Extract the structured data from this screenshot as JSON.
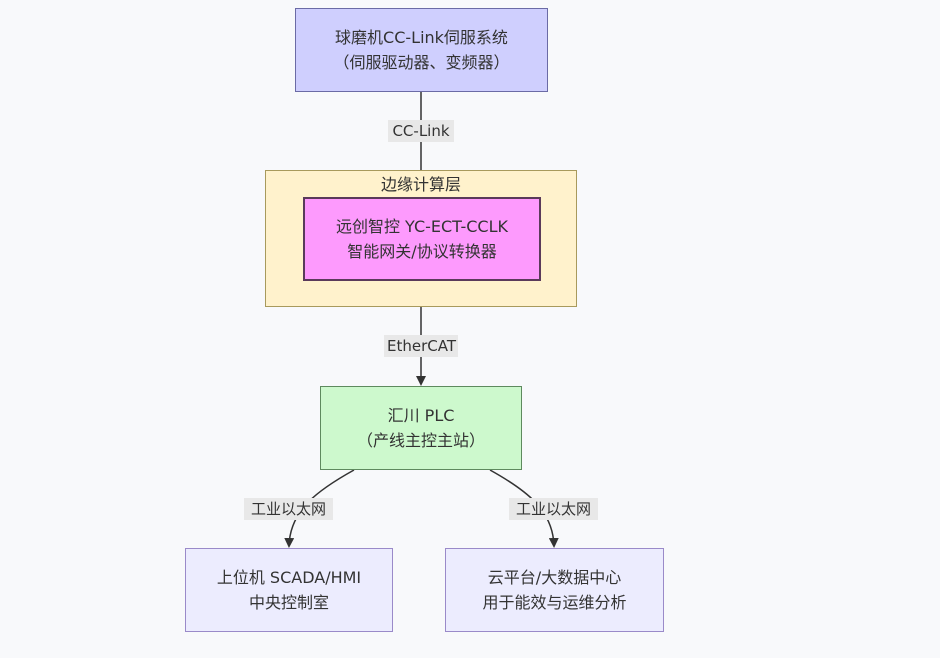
{
  "nodes": {
    "servo": {
      "line1": "球磨机CC-Link伺服系统",
      "line2": "（伺服驱动器、变频器）"
    },
    "gateway": {
      "line1": "远创智控 YC-ECT-CCLK",
      "line2": "智能网关/协议转换器"
    },
    "plc": {
      "line1": "汇川 PLC",
      "line2": "（产线主控主站）"
    },
    "scada": {
      "line1": "上位机 SCADA/HMI",
      "line2": "中央控制室"
    },
    "cloud": {
      "line1": "云平台/大数据中心",
      "line2": "用于能效与运维分析"
    }
  },
  "cluster": {
    "title": "边缘计算层"
  },
  "edges": {
    "servo_to_gateway": "CC-Link",
    "gateway_to_plc": "EtherCAT",
    "plc_to_scada": "工业以太网",
    "plc_to_cloud": "工业以太网"
  },
  "colors": {
    "servo_fill": "#cfcffe",
    "gateway_fill": "#fd9afd",
    "plc_fill": "#cdf9cd",
    "leaf_fill": "#ececfe",
    "cluster_fill": "#fff2cc",
    "edge_label_bg": "#e8e8e8"
  }
}
